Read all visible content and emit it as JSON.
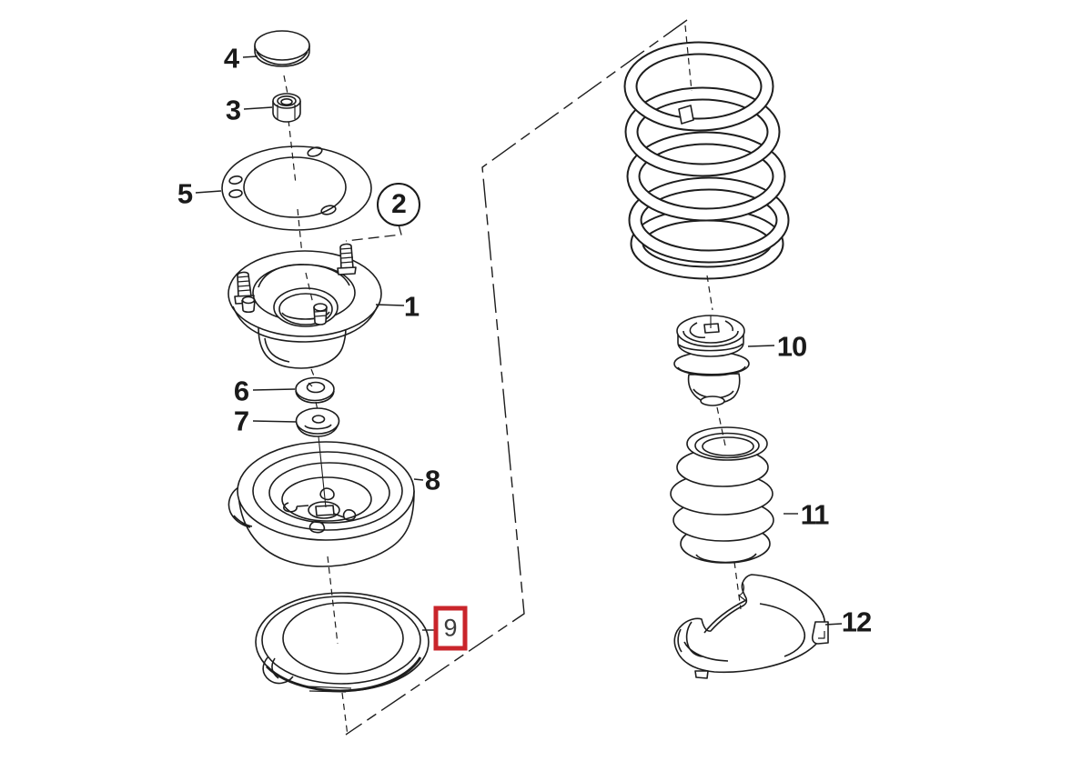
{
  "figure": {
    "type": "exploded-parts-diagram",
    "subject": "Coil spring and strut support bearing assembly",
    "background": "#ffffff",
    "line_color": "#1d1d1d",
    "highlight_color": "#c9252b",
    "highlighted_part": "9"
  },
  "callouts": {
    "c1": {
      "label": "1",
      "style": "plain"
    },
    "c2": {
      "label": "2",
      "style": "circle"
    },
    "c3": {
      "label": "3",
      "style": "plain"
    },
    "c4": {
      "label": "4",
      "style": "plain"
    },
    "c5": {
      "label": "5",
      "style": "plain"
    },
    "c6": {
      "label": "6",
      "style": "plain"
    },
    "c7": {
      "label": "7",
      "style": "plain"
    },
    "c8": {
      "label": "8",
      "style": "plain"
    },
    "c9": {
      "label": "9",
      "style": "highlighted-box"
    },
    "c10": {
      "label": "10",
      "style": "plain"
    },
    "c11": {
      "label": "11",
      "style": "plain"
    },
    "c12": {
      "label": "12",
      "style": "plain"
    }
  }
}
